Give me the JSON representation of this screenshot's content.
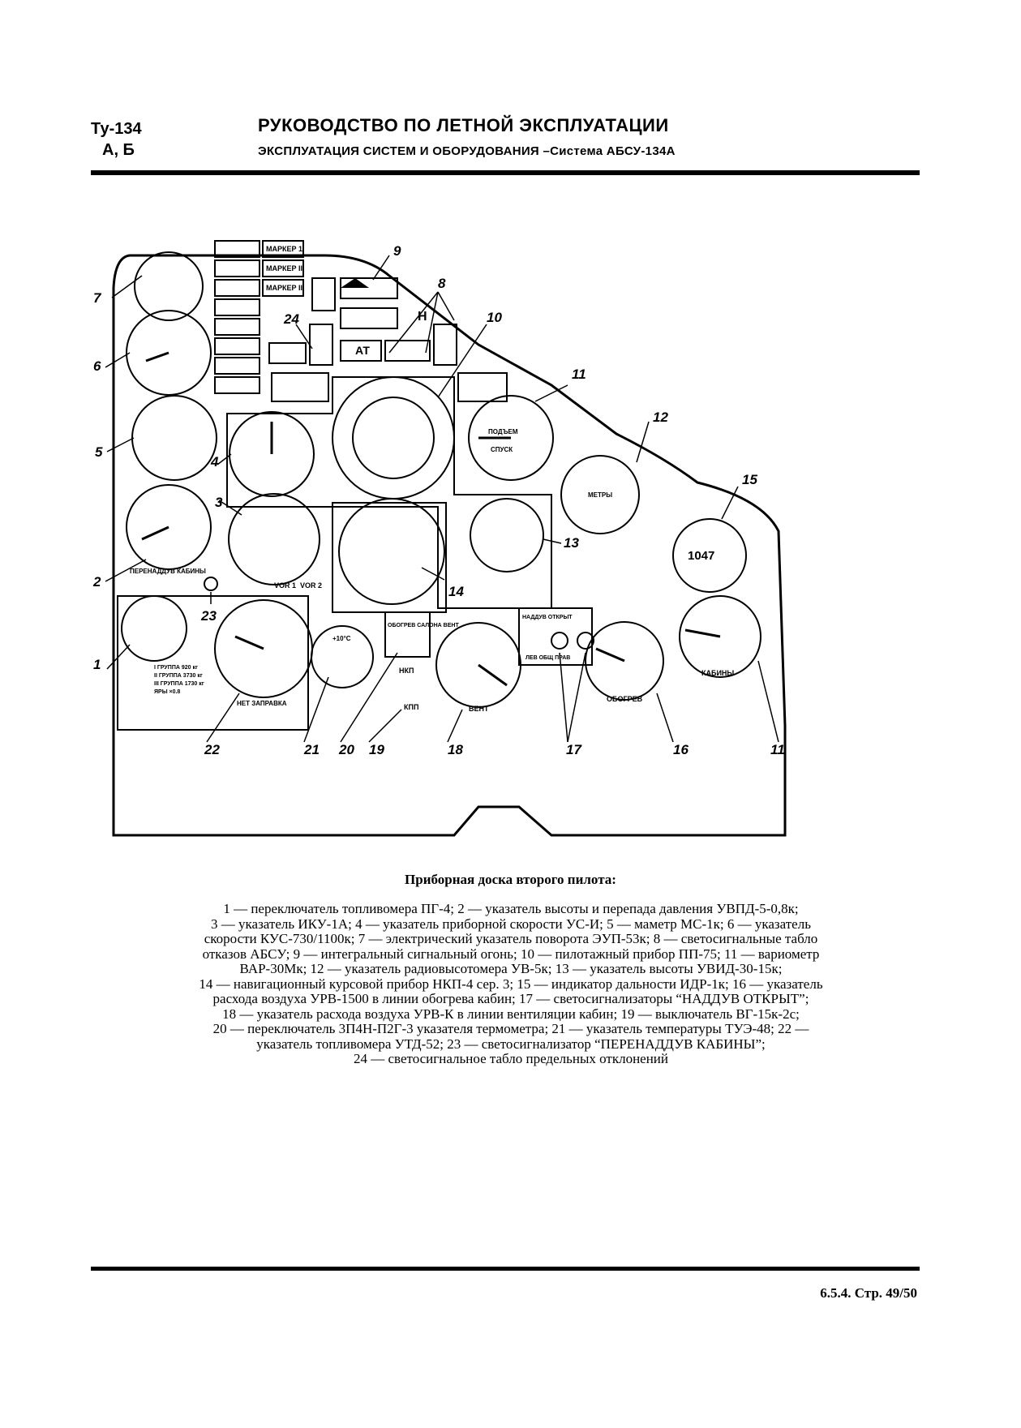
{
  "header": {
    "aircraft_line1": "Ту-134",
    "aircraft_line2": "А, Б",
    "title": "РУКОВОДСТВО ПО ЛЕТНОЙ ЭКСПЛУАТАЦИИ",
    "subtitle": "ЭКСПЛУАТАЦИЯ СИСТЕМ И ОБОРУДОВАНИЯ –Система АБСУ-134А"
  },
  "figure": {
    "callouts": [
      "1",
      "2",
      "3",
      "4",
      "5",
      "6",
      "7",
      "8",
      "9",
      "10",
      "11",
      "12",
      "13",
      "14",
      "15",
      "16",
      "17",
      "18",
      "19",
      "20",
      "21",
      "22",
      "23",
      "24",
      "11"
    ],
    "panel_labels": {
      "marker1": "МАРКЕР 1",
      "marker2": "МАРКЕР II",
      "marker3": "МАРКЕР III",
      "at": "АТ",
      "h": "Н",
      "vor1": "VOR 1",
      "vor2": "VOR 2",
      "perenadduv": "ПЕРЕНАДДУВ КАБИНЫ",
      "net_zapravka": "НЕТ ЗАПРАВКА",
      "obogrev_vent": "ОБОГРЕВ САЛОНА ВЕНТ",
      "nkp": "НКП",
      "kpp": "КПП",
      "vent": "ВЕНТ",
      "obogrev": "ОБОГРЕВ",
      "kabina": "КАБИНЫ",
      "nadduv_otkryt": "НАДДУВ ОТКРЫТ",
      "lev_prav": "ЛЕВ  ОБЩ  ПРАВ",
      "podiem": "ПОДЪЕМ",
      "spusk": "СПУСК",
      "metry": "МЕТРЫ",
      "counter": "1047",
      "temp": "+10°С",
      "fuel_1": "I ГРУППА 920 кг",
      "fuel_2": "II ГРУППА 3730 кг",
      "fuel_3": "III ГРУППА 1730 кг",
      "fuel_4": "ЯРЫ ×0.8"
    }
  },
  "caption": {
    "title": "Приборная доска второго пилота:",
    "lines": [
      "1 — переключатель топливомера ПГ-4; 2 — указатель высоты и перепада давления УВПД-5-0,8к;",
      "3 — указатель ИКУ-1А; 4 — указатель приборной скорости УС-И; 5 — маметр МС-1к; 6 — указатель",
      "скорости КУС-730/1100к; 7 — электрический указатель поворота ЭУП-53к; 8 — светосигнальные табло",
      "отказов АБСУ; 9 — интегральный сигнальный огонь; 10 — пилотажный прибор ПП-75; 11 — вариометр",
      "ВАР-30Мк; 12 — указатель радиовысотомера УВ-5к; 13 — указатель высоты УВИД-30-15к;",
      "14 — навигационный курсовой прибор НКП-4 сер. 3; 15 — индикатор дальности ИДР-1к; 16 — указатель",
      "расхода воздуха УРВ-1500 в линии обогрева кабин; 17 — светосигнализаторы “НАДДУВ ОТКРЫТ”;",
      "18 — указатель расхода воздуха УРВ-К в линии вентиляции кабин; 19 — выключатель ВГ-15к-2с;",
      "20 — переключатель 3П4Н-П2Г-3 указателя термометра; 21 — указатель температуры ТУЭ-48; 22 —",
      "указатель топливомера УТД-52; 23 — светосигнализатор “ПЕРЕНАДДУВ КАБИНЫ”;",
      "24 — светосигнальное табло предельных отклонений"
    ]
  },
  "footer": {
    "page": "6.5.4. Стр. 49/50"
  }
}
